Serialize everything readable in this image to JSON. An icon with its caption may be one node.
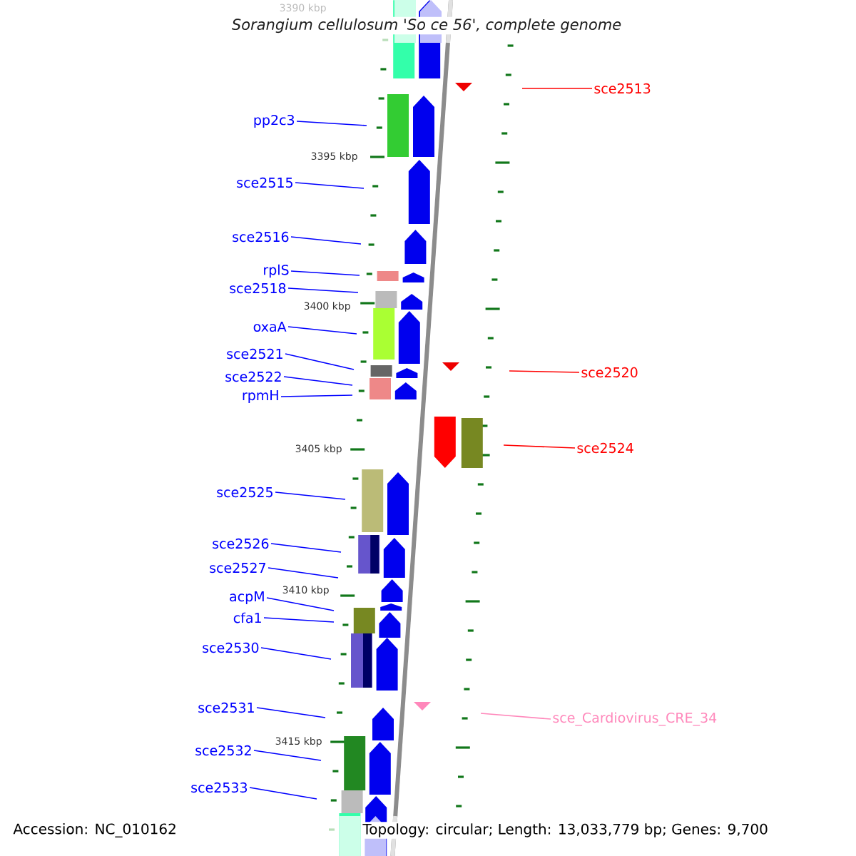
{
  "diagram": {
    "title": "Sorangium cellulosum 'So ce 56', complete genome",
    "nodes": [
      {
        "text": [
          "pp2c3"
        ]
      },
      {
        "text": [
          "sce2515"
        ]
      },
      {
        "text": [
          "sce2516"
        ]
      },
      {
        "text": [
          "rplS"
        ]
      },
      {
        "text": [
          "sce2518"
        ]
      },
      {
        "text": [
          "oxaA"
        ]
      },
      {
        "text": [
          "sce2521"
        ]
      },
      {
        "text": [
          "sce2522"
        ]
      },
      {
        "text": [
          "rpmH"
        ]
      },
      {
        "text": [
          "sce2525"
        ]
      },
      {
        "text": [
          "sce2526"
        ]
      },
      {
        "text": [
          "sce2527"
        ]
      },
      {
        "text": [
          "acpM"
        ]
      },
      {
        "text": [
          "cfa1"
        ]
      },
      {
        "text": [
          "sce2530"
        ]
      },
      {
        "text": [
          "sce2531"
        ]
      },
      {
        "text": [
          "sce2532"
        ]
      },
      {
        "text": [
          "sce2533"
        ]
      },
      {
        "text": [
          "sce2513"
        ]
      },
      {
        "text": [
          "sce2520"
        ]
      },
      {
        "text": [
          "sce2524"
        ]
      },
      {
        "text": [
          "sce_Cardiovirus_CRE_34"
        ]
      }
    ],
    "edges": [
      {
        "from": 0,
        "to": null,
        "arrow": "none"
      },
      {
        "from": 1,
        "to": null,
        "arrow": "none"
      },
      {
        "from": 2,
        "to": null,
        "arrow": "none"
      },
      {
        "from": 3,
        "to": null,
        "arrow": "none"
      },
      {
        "from": 4,
        "to": null,
        "arrow": "none"
      },
      {
        "from": 5,
        "to": null,
        "arrow": "none"
      },
      {
        "from": 6,
        "to": null,
        "arrow": "none"
      },
      {
        "from": 7,
        "to": null,
        "arrow": "none"
      },
      {
        "from": 8,
        "to": null,
        "arrow": "none"
      },
      {
        "from": 9,
        "to": null,
        "arrow": "none"
      },
      {
        "from": 10,
        "to": null,
        "arrow": "none"
      },
      {
        "from": 11,
        "to": null,
        "arrow": "none"
      },
      {
        "from": 12,
        "to": null,
        "arrow": "none"
      },
      {
        "from": 13,
        "to": null,
        "arrow": "none"
      },
      {
        "from": 14,
        "to": null,
        "arrow": "none"
      },
      {
        "from": 15,
        "to": null,
        "arrow": "none"
      },
      {
        "from": 16,
        "to": null,
        "arrow": "none"
      },
      {
        "from": 17,
        "to": null,
        "arrow": "none"
      },
      {
        "from": 18,
        "to": null,
        "arrow": "none",
        "color": "#ff0000"
      },
      {
        "from": 19,
        "to": null,
        "arrow": "none",
        "color": "#ff0000"
      },
      {
        "from": 20,
        "to": null,
        "arrow": "none",
        "color": "#ff0000"
      },
      {
        "from": 21,
        "to": null,
        "arrow": "none",
        "color": "#ff88bb"
      }
    ],
    "labels": [
      "3390 kbp",
      "3395 kbp",
      "3400 kbp",
      "3405 kbp",
      "3410 kbp",
      "3415 kbp",
      "Accession: NC_010162",
      "Topology: circular; Length: 13,033,779 bp; Genes: 9,700"
    ]
  }
}
